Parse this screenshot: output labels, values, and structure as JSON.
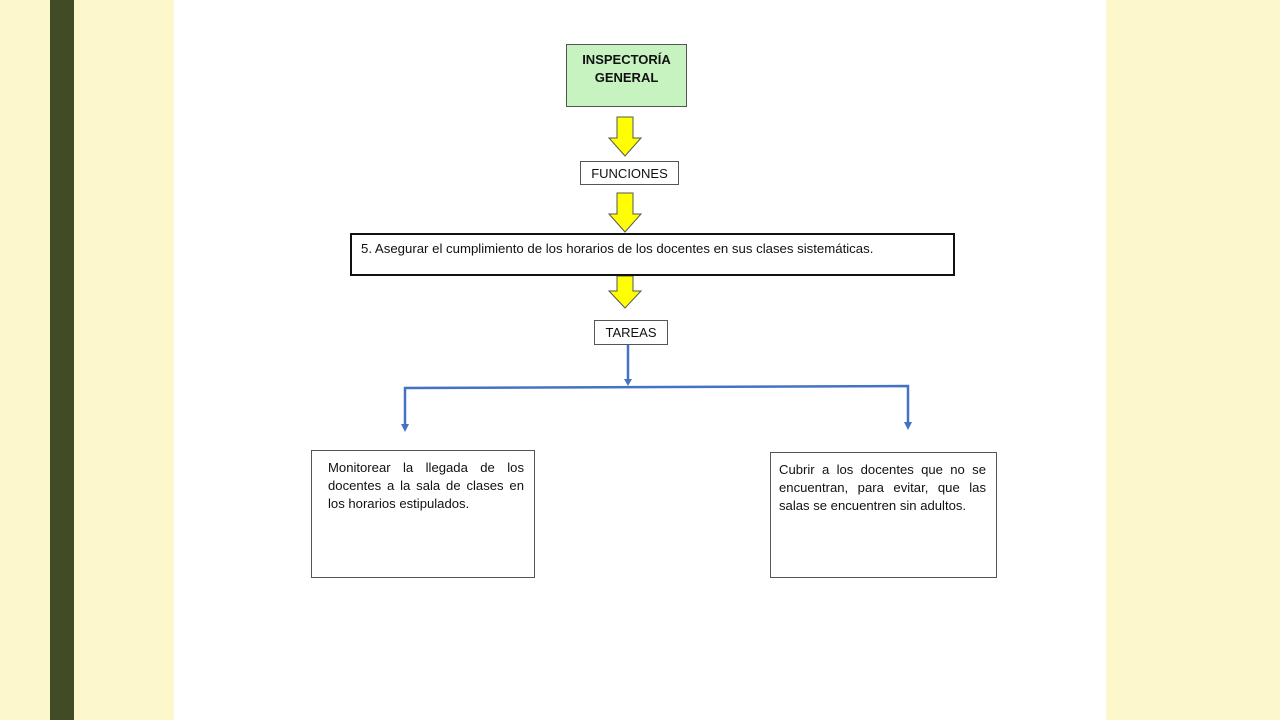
{
  "diagram": {
    "header": "INSPECTORÍA GENERAL",
    "functions_label": "FUNCIONES",
    "function_text": "5. Asegurar el cumplimiento de los horarios de los docentes en sus clases sistemáticas.",
    "tasks_label": "TAREAS",
    "tasks": [
      "Monitorear la llegada de los docentes a la sala de clases en los horarios estipulados.",
      "Cubrir a los docentes que no se encuentran, para evitar, que las salas se encuentren sin adultos."
    ]
  },
  "colors": {
    "background": "#fdf8cb",
    "left_bar": "#414b25",
    "header_fill": "#c6f3c0",
    "arrow_fill": "#ffff00",
    "connector": "#4472c4"
  }
}
